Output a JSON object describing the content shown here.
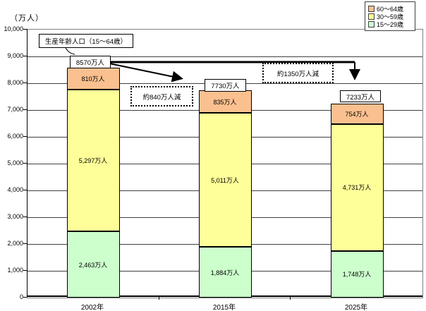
{
  "chart": {
    "unit_label": "（万人）",
    "callout_label": "生産年齢人口（15～64歳）",
    "annotations": {
      "decrease_2015": "約840万人減",
      "decrease_2025": "約1350万人減"
    }
  },
  "legend": {
    "items": [
      {
        "label": "60～64歳",
        "color": "#FBC08F"
      },
      {
        "label": "30～59歳",
        "color": "#FFFF99"
      },
      {
        "label": "15～29歳",
        "color": "#CCFFCC"
      }
    ]
  },
  "chart_data": {
    "type": "bar",
    "stacked": true,
    "title": "",
    "xlabel": "",
    "ylabel": "（万人）",
    "categories": [
      "2002年",
      "2015年",
      "2025年"
    ],
    "series": [
      {
        "name": "15～29歳",
        "color": "#CCFFCC",
        "values": [
          2463,
          1884,
          1748
        ],
        "labels": [
          "2,463万人",
          "1,884万人",
          "1,748万人"
        ]
      },
      {
        "name": "30～59歳",
        "color": "#FFFF99",
        "values": [
          5297,
          5011,
          4731
        ],
        "labels": [
          "5,297万人",
          "5,011万人",
          "4,731万人"
        ]
      },
      {
        "name": "60～64歳",
        "color": "#FBC08F",
        "values": [
          810,
          835,
          754
        ],
        "labels": [
          "810万人",
          "835万人",
          "754万人"
        ]
      }
    ],
    "totals": [
      8570,
      7730,
      7233
    ],
    "total_labels": [
      "8570万人",
      "7730万人",
      "7233万人"
    ],
    "ylim": [
      0,
      10000
    ],
    "ytick_interval": 1000,
    "ytick_labels": [
      "10,000",
      "9,000",
      "8,000",
      "7,000",
      "6,000",
      "5,000",
      "4,000",
      "3,000",
      "2,000",
      "1,000",
      "0"
    ],
    "grid": true,
    "legend_position": "top-right",
    "annotation_arrows": [
      {
        "from": "8570万人",
        "to": "2015年",
        "label": "約840万人減"
      },
      {
        "from": "8570万人",
        "to": "2025年",
        "label": "約1350万人減"
      }
    ]
  }
}
